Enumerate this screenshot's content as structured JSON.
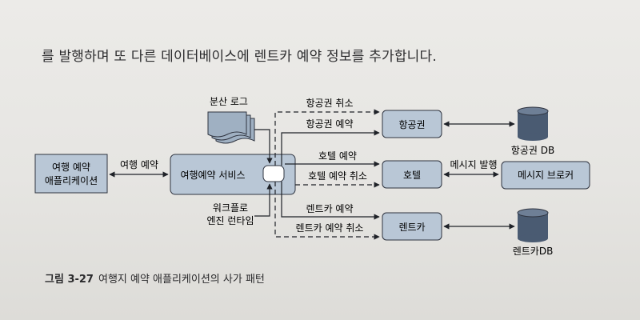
{
  "body_text": "를 발행하며 또 다른 데이터베이스에 렌트카 예약 정보를 추가합니다.",
  "caption": {
    "figure": "그림 3-27",
    "text": "여행지 예약 애플리케이션의 사가 패턴"
  },
  "diagram": {
    "nodes": {
      "travel_app": [
        "여행 예약",
        "애플리케이션"
      ],
      "travel_service": "여행예약 서비스",
      "dist_log": "분산 로그",
      "workflow_engine": [
        "워크플로",
        "엔진 런타임"
      ],
      "airline": "항공권",
      "hotel": "호텔",
      "rentcar": "렌트카",
      "airline_db": "항공권 DB",
      "message_broker": "메시지 브로커",
      "rentcar_db": "렌트카DB"
    },
    "edges": {
      "travel_booking": "여행 예약",
      "airline_cancel": "항공권 취소",
      "airline_booking": "항공권 예약",
      "hotel_booking": "호텔 예약",
      "hotel_cancel": "호텔 예약 취소",
      "rentcar_booking": "렌트카 예약",
      "rentcar_cancel": "렌트카 예약 취소",
      "message_publish": "메시지 발행"
    }
  },
  "colors": {
    "box_fill": "#b9c7d6",
    "box_stroke": "#2f3440",
    "line": "#1f2228",
    "db_fill": "#4a5b72",
    "log_fill": "#9fb0c2"
  }
}
